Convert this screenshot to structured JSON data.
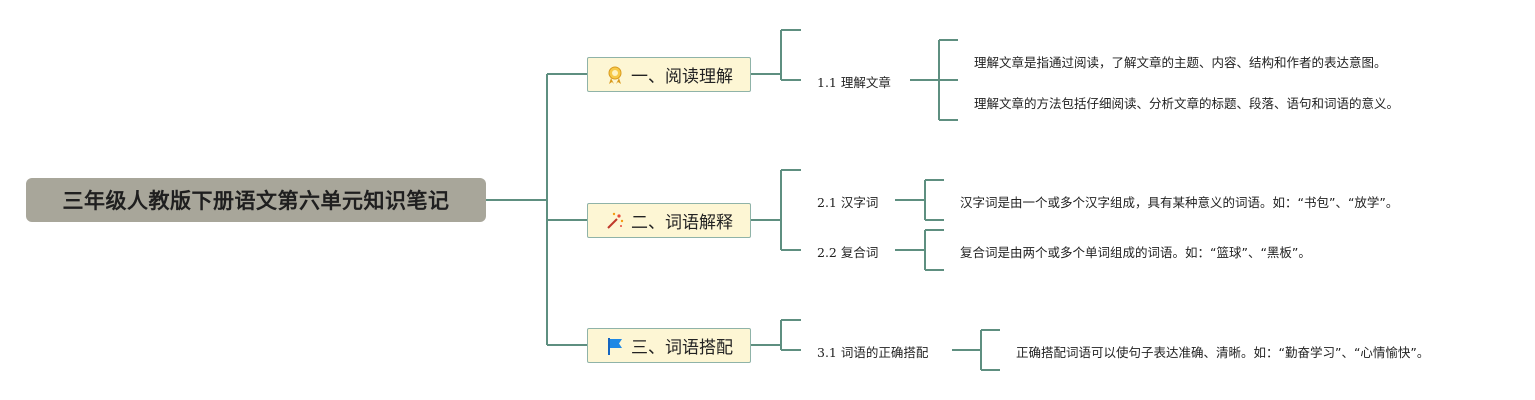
{
  "colors": {
    "line": "#5e8f80",
    "root_bg": "#a8a69a",
    "branch_bg": "#fdf6d4",
    "branch_border": "#8fb3a8"
  },
  "root": {
    "title": "三年级人教版下册语文第六单元知识笔记"
  },
  "branches": [
    {
      "label": "一、阅读理解",
      "icon": "ribbon-icon",
      "subs": [
        {
          "label": "1.1 理解文章",
          "leaves": [
            "理解文章是指通过阅读，了解文章的主题、内容、结构和作者的表达意图。",
            "理解文章的方法包括仔细阅读、分析文章的标题、段落、语句和词语的意义。"
          ]
        }
      ]
    },
    {
      "label": "二、词语解释",
      "icon": "sparkle-icon",
      "subs": [
        {
          "label": "2.1 汉字词",
          "leaves": [
            "汉字词是由一个或多个汉字组成，具有某种意义的词语。如：“书包”、“放学”。"
          ]
        },
        {
          "label": "2.2 复合词",
          "leaves": [
            "复合词是由两个或多个单词组成的词语。如：“篮球”、“黑板”。"
          ]
        }
      ]
    },
    {
      "label": "三、词语搭配",
      "icon": "flag-icon",
      "subs": [
        {
          "label": "3.1 词语的正确搭配",
          "leaves": [
            "正确搭配词语可以使句子表达准确、清晰。如：“勤奋学习”、“心情愉快”。"
          ]
        }
      ]
    }
  ]
}
